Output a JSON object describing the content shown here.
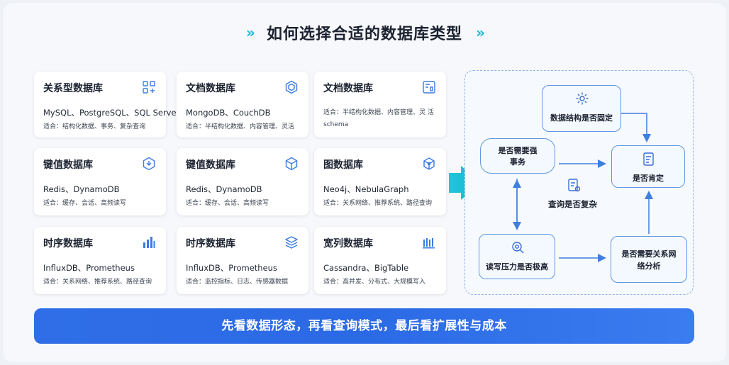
{
  "title": "如何选择合适的数据库类型",
  "chevrons": "»",
  "cards": [
    {
      "name": "关系型数据库",
      "examples": "MySQL、PostgreSQL、SQL Server",
      "usage": "适合：结构化数据、事务、复杂查询",
      "icon": "grid-icon"
    },
    {
      "name": "文档数据库",
      "examples": "MongoDB、CouchDB",
      "usage": "适合：半结构化数据、内容管理、灵活",
      "icon": "hexagon-icon"
    },
    {
      "name": "文档数据库",
      "examples": "",
      "usage": "适合：半结构化数据、内容管理、灵 活 schema",
      "icon": "document-icon"
    },
    {
      "name": "键值数据库",
      "examples": "Redis、DynamoDB",
      "usage": "适合：缓存、会话、高频读写",
      "icon": "key-shield-icon"
    },
    {
      "name": "键值数据库",
      "examples": "Redis、DynamoDB",
      "usage": "适合：缓存、会话、高频读写",
      "icon": "cube-icon"
    },
    {
      "name": "图数据库",
      "examples": "Neo4j、NebulaGraph",
      "usage": "适合：关系网络、推荐系统、路径查询",
      "icon": "graph-cube-icon"
    },
    {
      "name": "时序数据库",
      "examples": "InfluxDB、Prometheus",
      "usage": "适合：关系网络、推荐系统、路径查询",
      "icon": "bar-chart-icon"
    },
    {
      "name": "时序数据库",
      "examples": "InfluxDB、Prometheus",
      "usage": "适合：监控指标、日志、传感器数据",
      "icon": "layers-icon"
    },
    {
      "name": "宽列数据库",
      "examples": "Cassandra、BigTable",
      "usage": "适合：高并发、分布式、大规模写入",
      "icon": "columns-icon"
    }
  ],
  "flow": {
    "node_structure": "数据结构是否固定",
    "node_transaction_1": "是否需要强",
    "node_transaction_2": "事务",
    "node_decision": "是否肯定",
    "label_query": "查询是否复杂",
    "node_pressure": "读写压力是否极高",
    "node_network_1": "是否需要关系网",
    "node_network_2": "络分析"
  },
  "banner": "先看数据形态，再看查询模式，最后看扩展性与成本",
  "colors": {
    "accent": "#19b9d6",
    "node_border": "#5f98e3",
    "banner": "#2f6ee6",
    "arrow": "#3f7fe0"
  }
}
